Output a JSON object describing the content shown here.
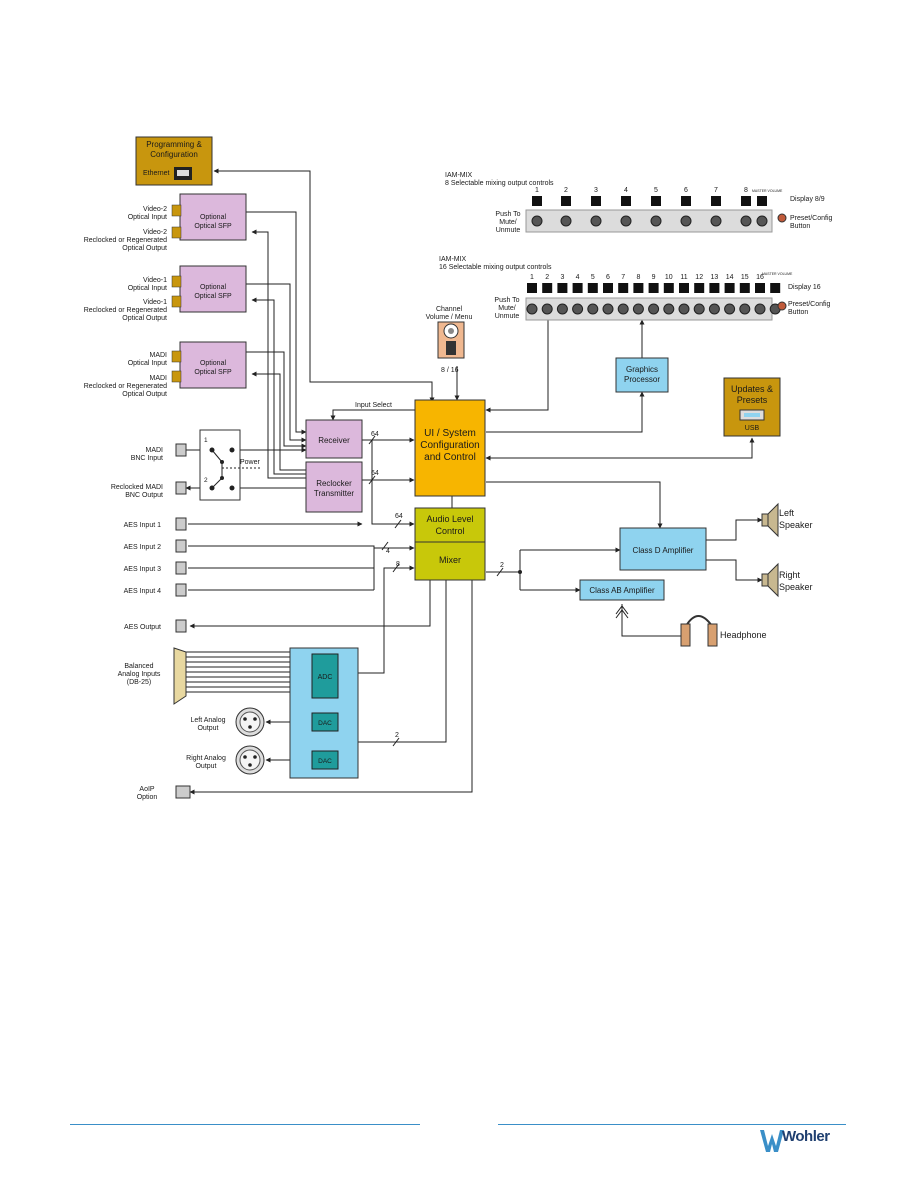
{
  "prog": {
    "title1": "Programming &",
    "title2": "Configuration",
    "ethernet": "Ethernet"
  },
  "sfp": {
    "box_label1": "Optional",
    "box_label2": "Optical SFP",
    "v2_in1": "Video-2",
    "v2_in2": "Optical Input",
    "v2_out1": "Video-2",
    "v2_out2": "Reclocked or Regenerated",
    "v2_out3": "Optical Output",
    "v1_in1": "Video-1",
    "v1_in2": "Optical Input",
    "v1_out1": "Video-1",
    "v1_out2": "Reclocked or Regenerated",
    "v1_out3": "Optical Output",
    "m_in1": "MADI",
    "m_in2": "Optical Input",
    "m_out1": "MADI",
    "m_out2": "Reclocked or Regenerated",
    "m_out3": "Optical Output"
  },
  "madi_bnc": {
    "in1": "MADI",
    "in2": "BNC Input",
    "out1": "Reclocked MADI",
    "out2": "BNC Output",
    "power": "Power",
    "pos1": "1",
    "pos2": "2"
  },
  "receiver": "Receiver",
  "reclocker1": "Reclocker",
  "reclocker2": "Transmitter",
  "input_select": "Input Select",
  "bus": {
    "r64a": "64",
    "r64b": "64",
    "b64": "64",
    "b4": "4",
    "b8": "8",
    "b2a": "2",
    "b2b": "2",
    "b8_16": "8 / 16"
  },
  "aes": {
    "in1": "AES Input 1",
    "in2": "AES Input 2",
    "in3": "AES Input 3",
    "in4": "AES Input 4",
    "out": "AES Output"
  },
  "balanced": {
    "l1": "Balanced",
    "l2": "Analog Inputs",
    "l3": "(DB-25)"
  },
  "adc": "ADC",
  "dac1": "DAC",
  "dac2": "DAC",
  "left_analog": {
    "l1": "Left Analog",
    "l2": "Output"
  },
  "right_analog": {
    "l1": "Right Analog",
    "l2": "Output"
  },
  "aoip": {
    "l1": "AoIP",
    "l2": "Option"
  },
  "channel": {
    "l1": "Channel",
    "l2": "Volume / Menu"
  },
  "ui": {
    "l1": "UI / System",
    "l2": "Configuration",
    "l3": "and Control"
  },
  "audio_level": {
    "l1": "Audio Level",
    "l2": "Control"
  },
  "mixer": "Mixer",
  "graphics": {
    "l1": "Graphics",
    "l2": "Processor"
  },
  "updates": {
    "l1": "Updates &",
    "l2": "Presets",
    "usb": "USB"
  },
  "class_d": "Class D Amplifier",
  "class_ab": "Class AB Amplifier",
  "left_speaker": {
    "l1": "Left",
    "l2": "Speaker"
  },
  "right_speaker": {
    "l1": "Right",
    "l2": "Speaker"
  },
  "headphone": "Headphone",
  "iam8": {
    "t1": "IAM-MIX",
    "t2": "8 Selectable mixing output controls",
    "nums": [
      "1",
      "2",
      "3",
      "4",
      "5",
      "6",
      "7",
      "8"
    ],
    "master": "MASTER VOLUME",
    "display": "Display 8/9",
    "push1": "Push To",
    "push2": "Mute/",
    "push3": "Unmute",
    "preset1": "Preset/Config",
    "preset2": "Button"
  },
  "iam16": {
    "t1": "IAM-MIX",
    "t2": "16 Selectable mixing output controls",
    "nums": [
      "1",
      "2",
      "3",
      "4",
      "5",
      "6",
      "7",
      "8",
      "9",
      "10",
      "11",
      "12",
      "13",
      "14",
      "15",
      "16"
    ],
    "master": "MASTER VOLUME",
    "display": "Display 16",
    "push1": "Push To",
    "push2": "Mute/",
    "push3": "Unmute",
    "preset1": "Preset/Config",
    "preset2": "Button"
  },
  "logo": "Wohler",
  "colors": {
    "prog": "#c8960e",
    "sfp": "#dcb8dc",
    "ui": "#f7b500",
    "mixer": "#c8c80a",
    "blue": "#8fd3ef",
    "adc": "#1f9c9c",
    "updates": "#c8960e",
    "footer": "#3a8fc8"
  }
}
